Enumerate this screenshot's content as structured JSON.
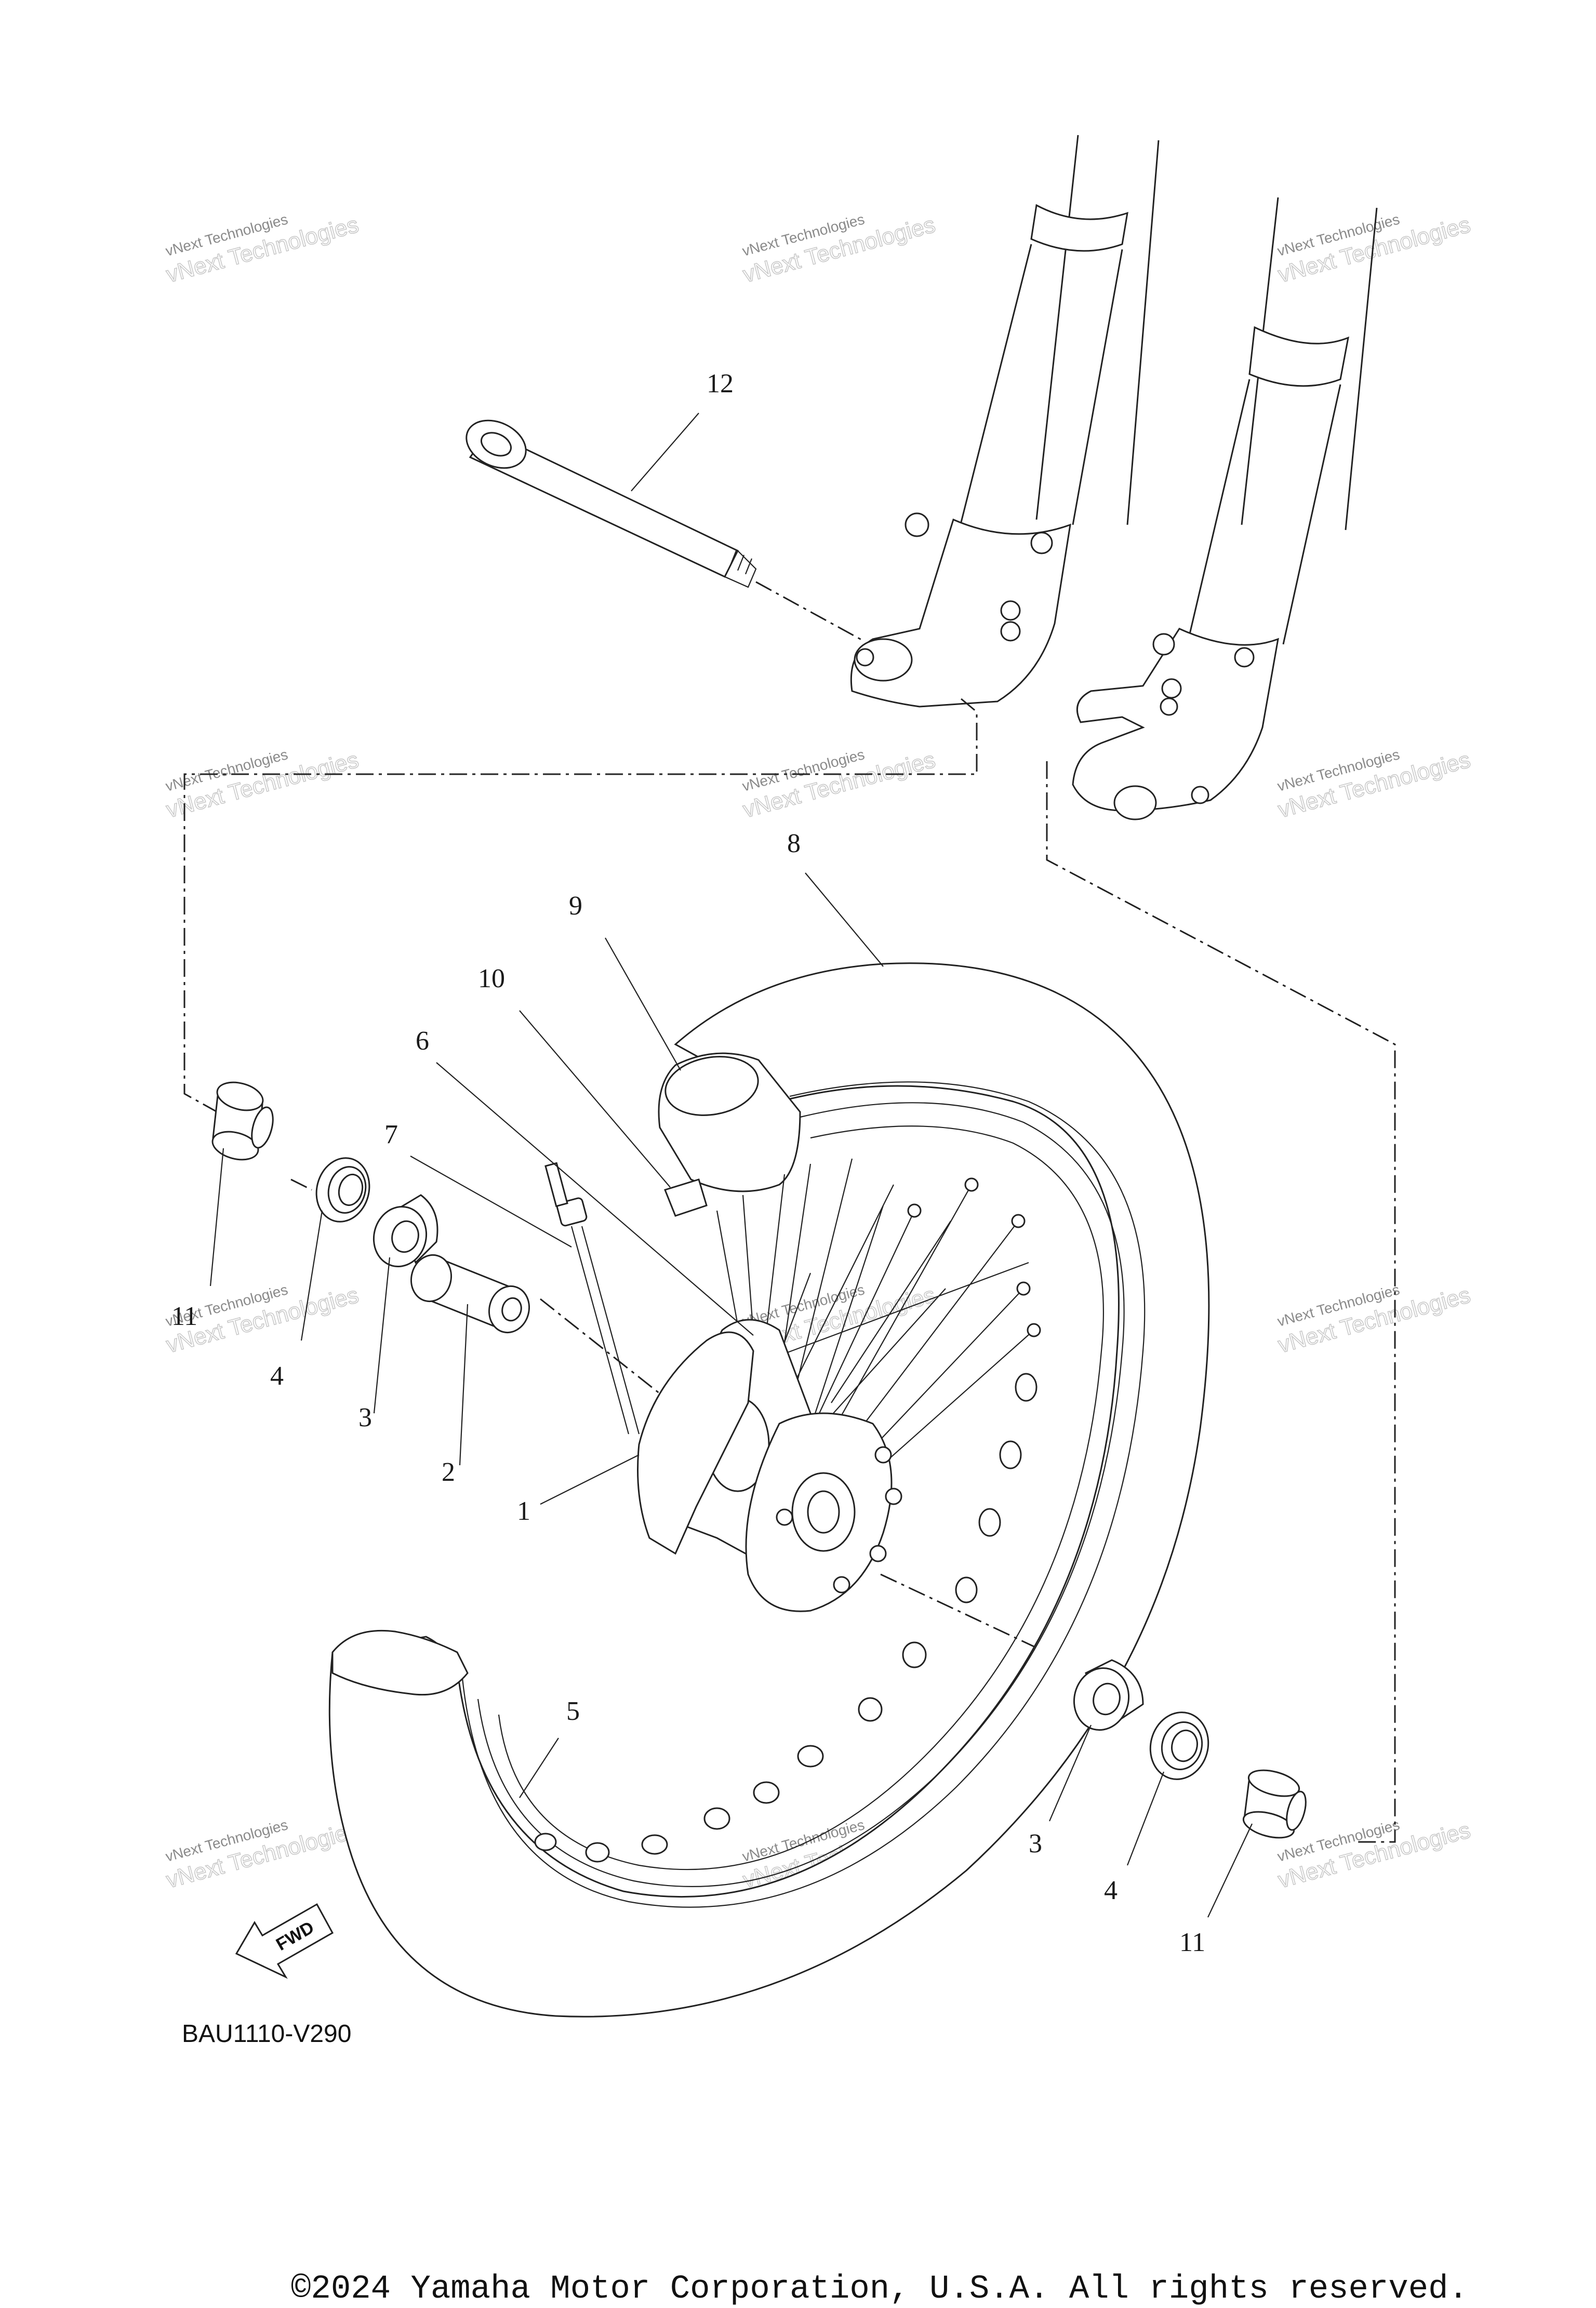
{
  "diagram": {
    "code": "BAU1110-V290",
    "fwd_label": "FWD",
    "callouts": {
      "c1": "1",
      "c2": "2",
      "c3a": "3",
      "c3b": "3",
      "c4a": "4",
      "c4b": "4",
      "c5": "5",
      "c6": "6",
      "c7": "7",
      "c8": "8",
      "c9": "9",
      "c10": "10",
      "c11a": "11",
      "c11b": "11",
      "c12": "12"
    },
    "watermark": {
      "line1": "vNext Technologies",
      "line2": "vNext Technologies"
    }
  },
  "footer": {
    "copyright": "©2024 Yamaha Motor Corporation, U.S.A. All rights reserved."
  }
}
